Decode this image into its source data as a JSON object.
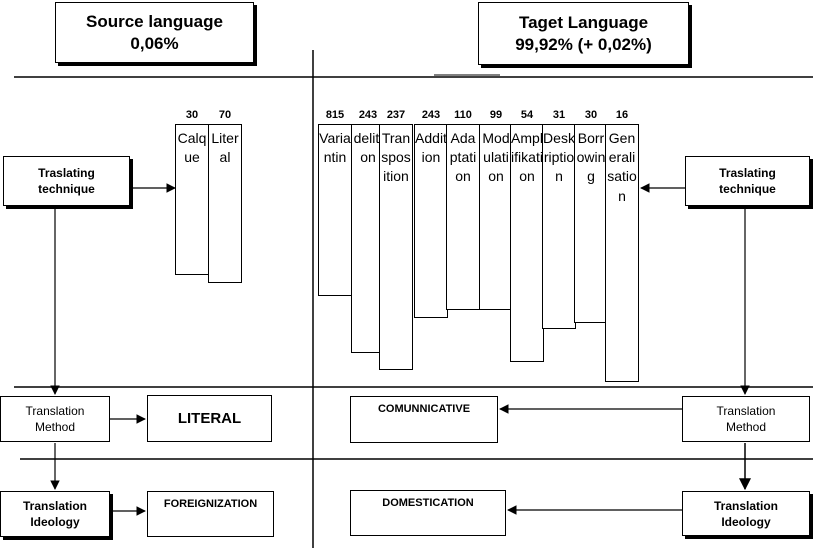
{
  "source": {
    "title": "Source language",
    "percent": "0,06%"
  },
  "target": {
    "title": "Taget Language",
    "percent": "99,92% (+ 0,02%)"
  },
  "left_technique_box": {
    "line1": "Traslating",
    "line2": "technique"
  },
  "right_technique_box": {
    "line1": "Traslating",
    "line2": "technique"
  },
  "left_method_box": {
    "line1": "Translation",
    "line2": "Method"
  },
  "right_method_box": {
    "line1": "Translation",
    "line2": "Method"
  },
  "left_ideology_box": {
    "line1": "Translation",
    "line2": "Ideology"
  },
  "right_ideology_box": {
    "line1": "Translation",
    "line2": "Ideology"
  },
  "results": {
    "literal": "LITERAL",
    "communicative": "COMUNNICATIVE",
    "foreignization": "FOREIGNIZATION",
    "domestication": "DOMESTICATION"
  },
  "source_techniques": [
    {
      "name": "Calque",
      "count": "30"
    },
    {
      "name": "Literal",
      "count": "70"
    }
  ],
  "target_techniques": [
    {
      "name": "Variantin",
      "count": "815"
    },
    {
      "name": "delition",
      "count": "243"
    },
    {
      "name": "Transposition",
      "count": "237"
    },
    {
      "name": "Addition",
      "count": "243"
    },
    {
      "name": "Adaptation",
      "count": "110"
    },
    {
      "name": "Modulation",
      "count": "99"
    },
    {
      "name": "Amplifikation",
      "count": "54"
    },
    {
      "name": "Deskription",
      "count": "31"
    },
    {
      "name": "Borrowing",
      "count": "30"
    },
    {
      "name": "Generalisation",
      "count": "16"
    }
  ]
}
